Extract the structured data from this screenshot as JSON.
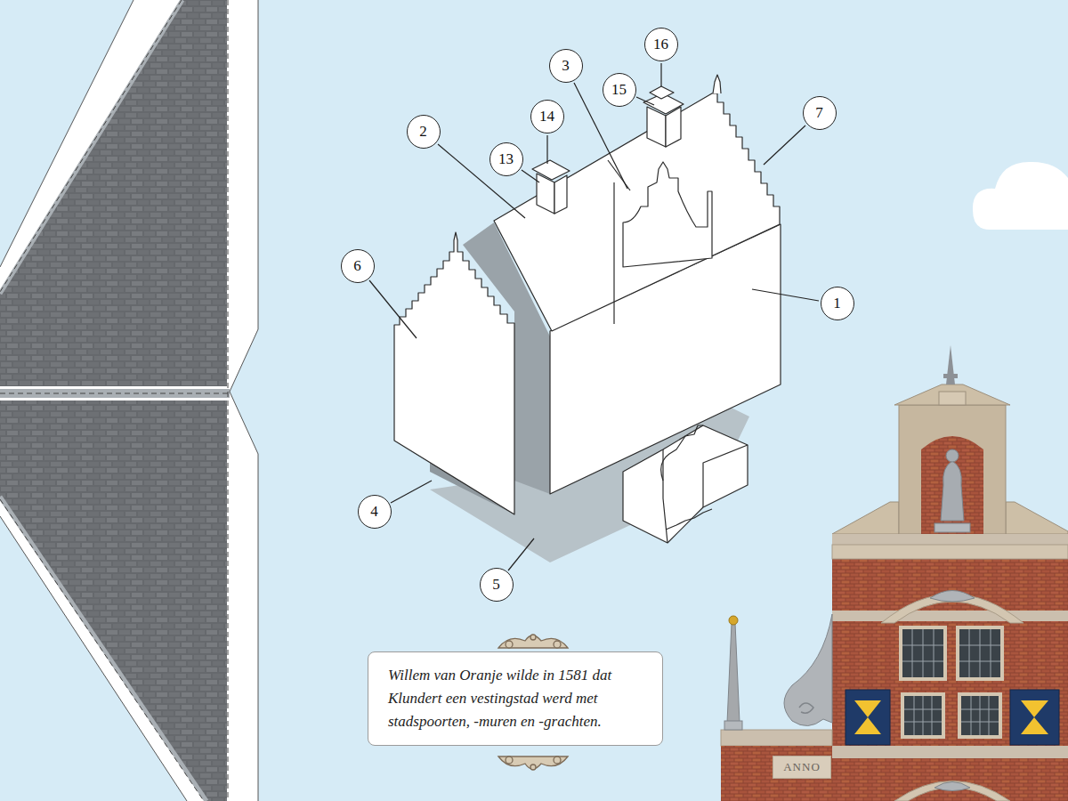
{
  "diagram": {
    "nodes": [
      {
        "text": [
          "Willem van Oranje wilde in 1581 dat Klundert een vestingstad werd met stadspoorten, -muren en -grachten."
        ]
      }
    ],
    "labels": [
      "1",
      "2",
      "3",
      "4",
      "5",
      "6",
      "7",
      "13",
      "14",
      "15",
      "16",
      "ANNO"
    ]
  }
}
